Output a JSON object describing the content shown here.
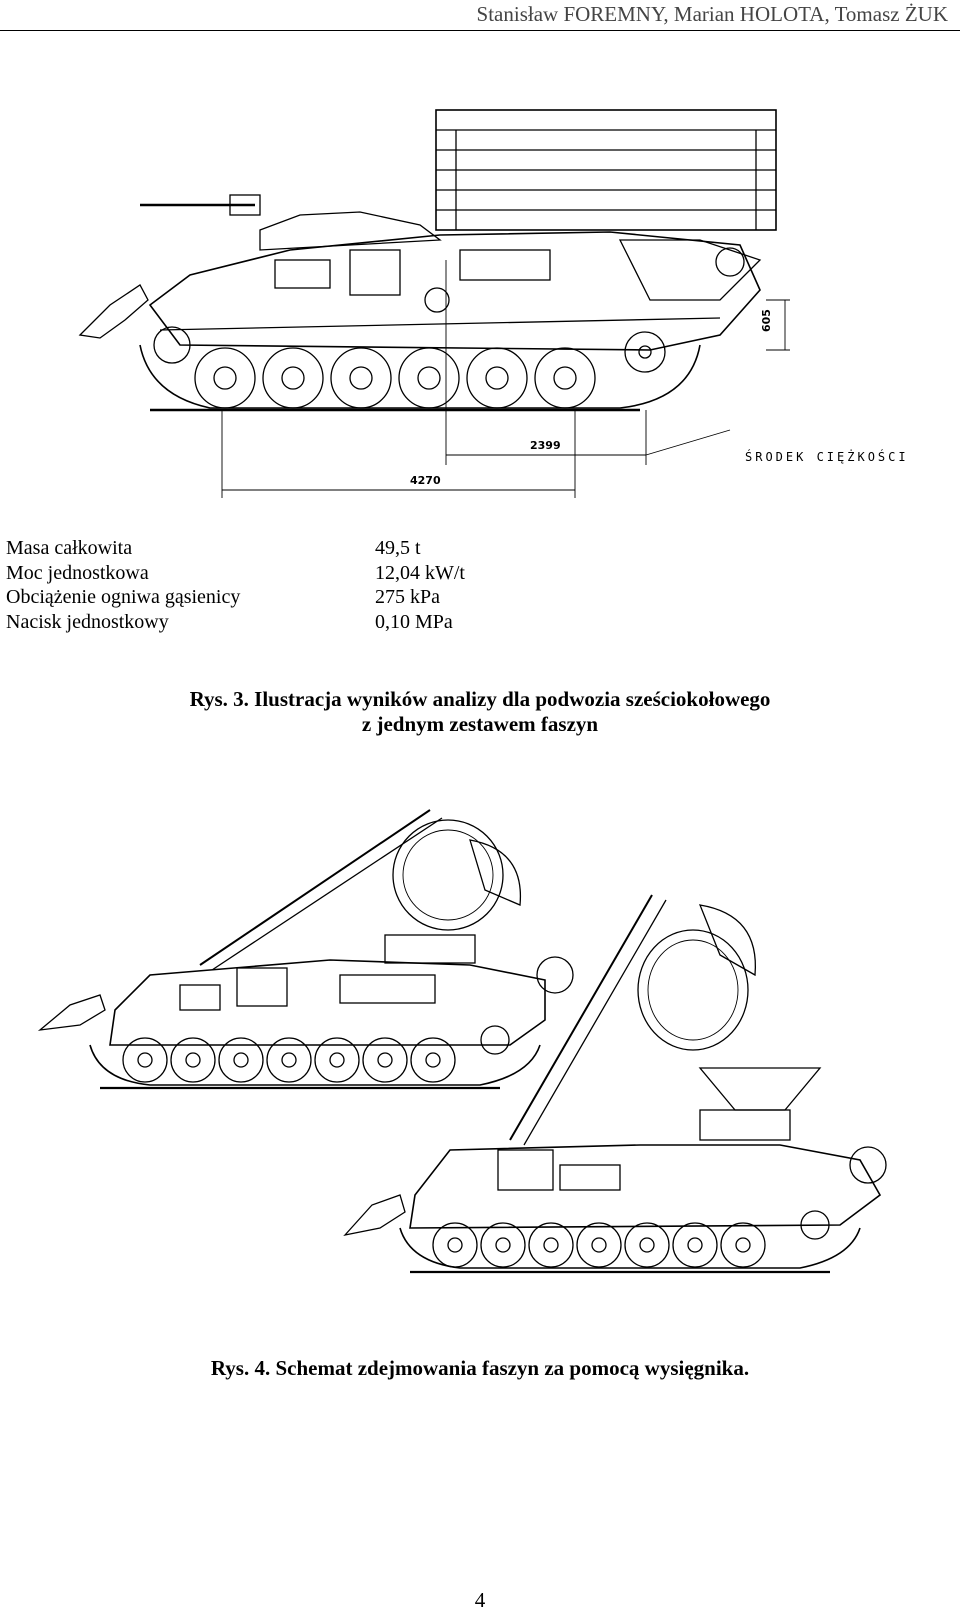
{
  "header": {
    "authors": "Stanisław FOREMNY, Marian HOLOTA, Tomasz ŻUK"
  },
  "figure3": {
    "dimensions": {
      "dim_605": "605",
      "dim_2399": "2399",
      "dim_4270": "4270"
    },
    "label_center_of_gravity": "ŚRODEK CIĘŻKOŚCI"
  },
  "specs": [
    {
      "label": "Masa całkowita",
      "value": "49,5 t"
    },
    {
      "label": "Moc jednostkowa",
      "value": "12,04 kW/t"
    },
    {
      "label": "Obciążenie ogniwa gąsienicy",
      "value": "275 kPa"
    },
    {
      "label": "Nacisk jednostkowy",
      "value": "0,10 MPa"
    }
  ],
  "captions": {
    "fig3_line1": "Rys. 3. Ilustracja wyników analizy dla podwozia sześciokołowego",
    "fig3_line2": "z jednym zestawem faszyn",
    "fig4": "Rys. 4. Schemat zdejmowania faszyn za pomocą wysięgnika."
  },
  "page_number": "4"
}
